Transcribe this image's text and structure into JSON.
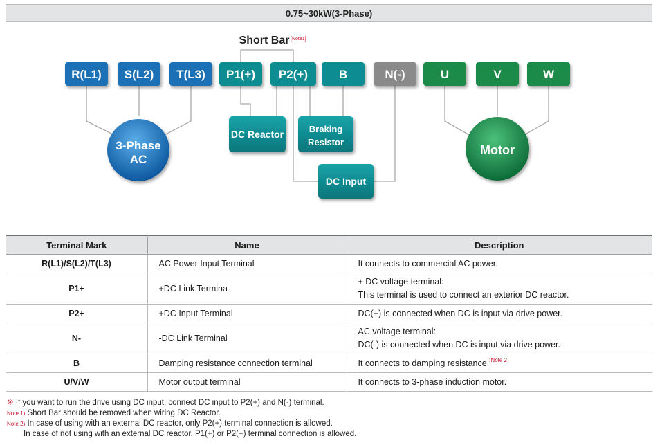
{
  "title": "0.75~30kW(3-Phase)",
  "diagram": {
    "short_bar": "Short Bar",
    "short_bar_note": "[Note1]",
    "terminals": [
      {
        "label": "R(L1)",
        "color": "#1a6fb5"
      },
      {
        "label": "S(L2)",
        "color": "#1a6fb5"
      },
      {
        "label": "T(L3)",
        "color": "#1a6fb5"
      },
      {
        "label": "P1(+)",
        "color": "#0e8c91"
      },
      {
        "label": "P2(+)",
        "color": "#0e8c91"
      },
      {
        "label": "B",
        "color": "#0e8c91"
      },
      {
        "label": "N(-)",
        "color": "#8a8a8a"
      },
      {
        "label": "U",
        "color": "#1e8a4a"
      },
      {
        "label": "V",
        "color": "#1e8a4a"
      },
      {
        "label": "W",
        "color": "#1e8a4a"
      }
    ],
    "source_line1": "3-Phase",
    "source_line2": "AC",
    "dc_reactor": "DC Reactor",
    "braking_line1": "Braking",
    "braking_line2": "Resistor",
    "dc_input": "DC Input",
    "motor": "Motor"
  },
  "table": {
    "headers": [
      "Terminal Mark",
      "Name",
      "Description"
    ],
    "rows": [
      {
        "mark": "R(L1)/S(L2)/T(L3)",
        "name": "AC Power Input Terminal",
        "desc": [
          "It connects to commercial AC power."
        ]
      },
      {
        "mark": "P1+",
        "name": "+DC Link Termina",
        "desc": [
          "+ DC voltage terminal:",
          "This terminal is used to connect an exterior DC reactor."
        ]
      },
      {
        "mark": "P2+",
        "name": "+DC Input Terminal",
        "desc": [
          "DC(+) is connected when DC is input via drive power."
        ]
      },
      {
        "mark": "N-",
        "name": "-DC Link Terminal",
        "desc": [
          "AC voltage terminal:",
          "DC(-) is connected when DC is input via drive power."
        ]
      },
      {
        "mark": "B",
        "name": "Damping resistance connection terminal",
        "desc": [
          "It connects to damping resistance."
        ],
        "note": "[Note 2]"
      },
      {
        "mark": "U/V/W",
        "name": "Motor output terminal",
        "desc": [
          "It connects to 3-phase induction motor."
        ]
      }
    ]
  },
  "notes": {
    "mark": "※",
    "line1": "If you want to run the drive using DC input, connect DC input to P2(+) and N(-) terminal.",
    "note1_label": "Note 1)",
    "note1": "Short Bar should be removed when wiring DC Reactor.",
    "note2_label": "Note 2)",
    "note2_a": "In case of using with an external DC reactor, only P2(+) terminal connection is allowed.",
    "note2_b": "In case of not using with an external DC reactor, P1(+) or P2(+) terminal connection is allowed."
  }
}
